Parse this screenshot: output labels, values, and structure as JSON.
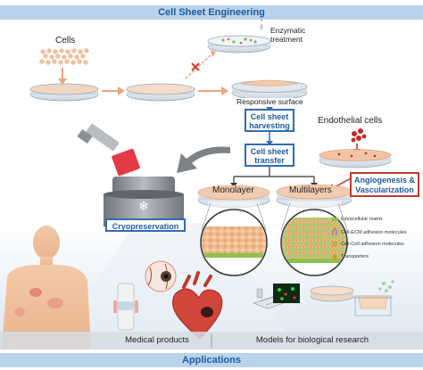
{
  "title": "Cell Sheet Engineering",
  "cells_label": "Cells",
  "enzymatic_label": "Enzymatic\ntreatment",
  "responsive_surface_label": "Responsive surface",
  "harvesting_box": "Cell sheet\nharvesting",
  "transfer_box": "Cell sheet\ntransfer",
  "endothelial_label": "Endothelial cells",
  "angio_box": "Angiogenesis &\nVascularization",
  "monolayer_label": "Monolayer",
  "multilayers_label": "Multilayers",
  "cryo_box": "Cryopreservation",
  "legend": [
    {
      "text": "Extracellular matrix",
      "color": "#8bc34a",
      "icon": "ecm-icon"
    },
    {
      "text": "Cell-ECM adhesion molecules",
      "color": "#7b68ee",
      "icon": "cell-ecm-adhesion-icon"
    },
    {
      "text": "Cell-Cell adhesion molecules",
      "color": "#e67e22",
      "icon": "cell-cell-adhesion-icon"
    },
    {
      "text": "Transporters",
      "color": "#d4a017",
      "icon": "transporter-icon"
    }
  ],
  "medical_products_label": "Medical products",
  "models_label": "Models for biological research",
  "applications_label": "Applications",
  "colors": {
    "banner": "#b9d3ea",
    "title_text": "#1f5aa0",
    "box_border_blue": "#2e6db5",
    "box_border_red": "#c0392b",
    "cell_pink": "#f3c9a8"
  }
}
